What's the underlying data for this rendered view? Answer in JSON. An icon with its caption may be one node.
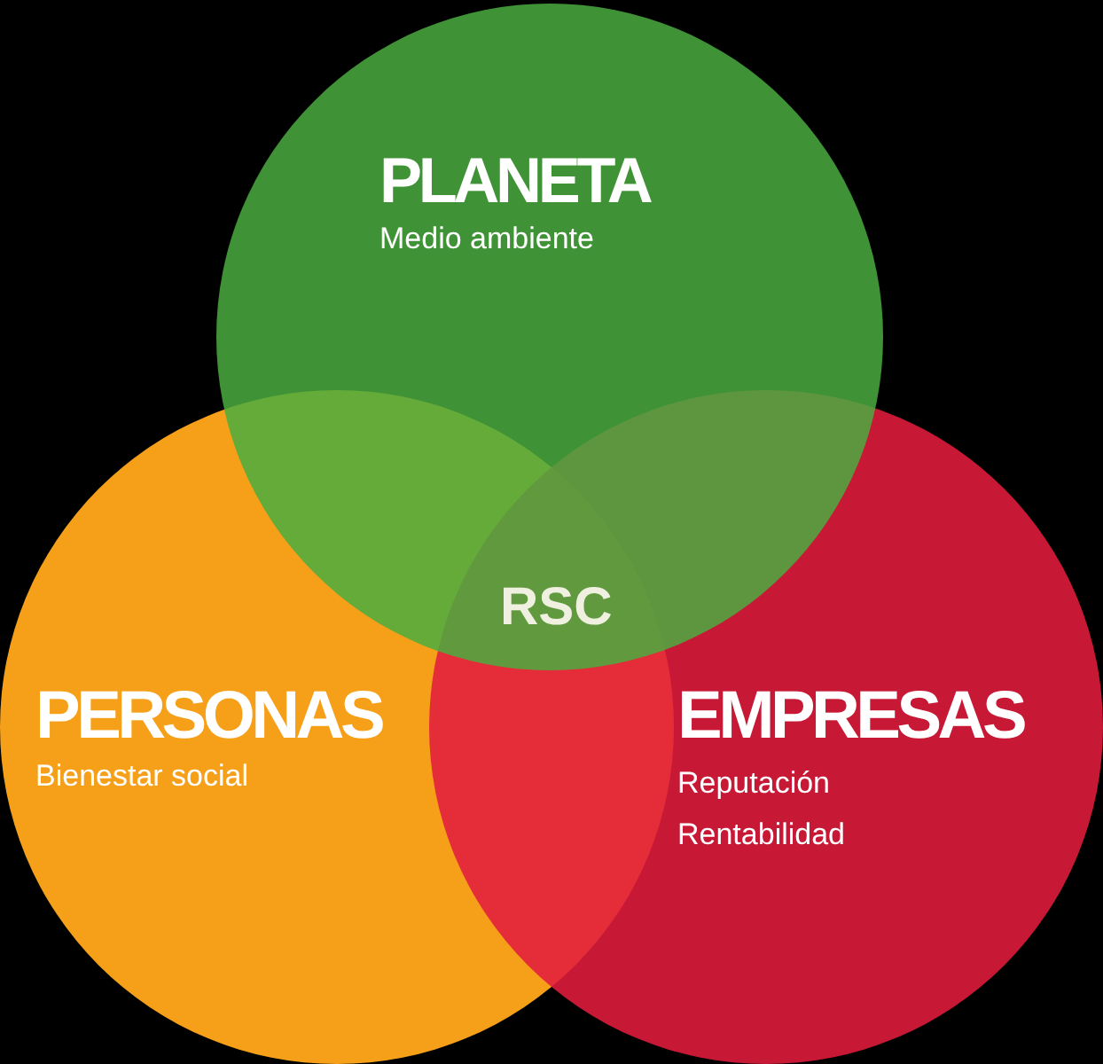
{
  "diagram": {
    "nodes": [
      {
        "text": [
          "PLANETA",
          "Medio ambiente"
        ]
      },
      {
        "text": [
          "PERSONAS",
          "Bienestar social"
        ]
      },
      {
        "text": [
          "EMPRESAS",
          "Reputación",
          "Rentabilidad"
        ]
      }
    ],
    "labels": [
      "RSC"
    ]
  }
}
